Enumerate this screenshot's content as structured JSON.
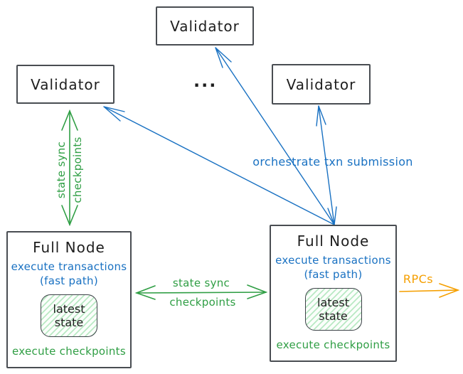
{
  "colors": {
    "blue": "#1971c2",
    "green": "#2f9e44",
    "orange": "#f59f00",
    "ink": "#1e1e1e",
    "box_border": "#494d52"
  },
  "boxes": {
    "validator_top": {
      "label": "Validator"
    },
    "validator_left": {
      "label": "Validator"
    },
    "validator_right": {
      "label": "Validator"
    },
    "ellipsis": "..."
  },
  "full_node_left": {
    "title": "Full Node",
    "exec_transactions": "execute transactions",
    "fast_path": "(fast path)",
    "state_line1": "latest",
    "state_line2": "state",
    "exec_checkpoints": "execute checkpoints"
  },
  "full_node_right": {
    "title": "Full Node",
    "exec_transactions": "execute transactions",
    "fast_path": "(fast path)",
    "state_line1": "latest",
    "state_line2": "state",
    "exec_checkpoints": "execute checkpoints"
  },
  "edges": {
    "vertical_state_sync": {
      "line1": "state sync",
      "line2": "checkpoints"
    },
    "horizontal_state_sync": {
      "line1": "state sync",
      "line2": "checkpoints"
    },
    "orchestrate": {
      "label": "orchestrate txn submission"
    },
    "rpcs": {
      "label": "RPCs"
    }
  }
}
